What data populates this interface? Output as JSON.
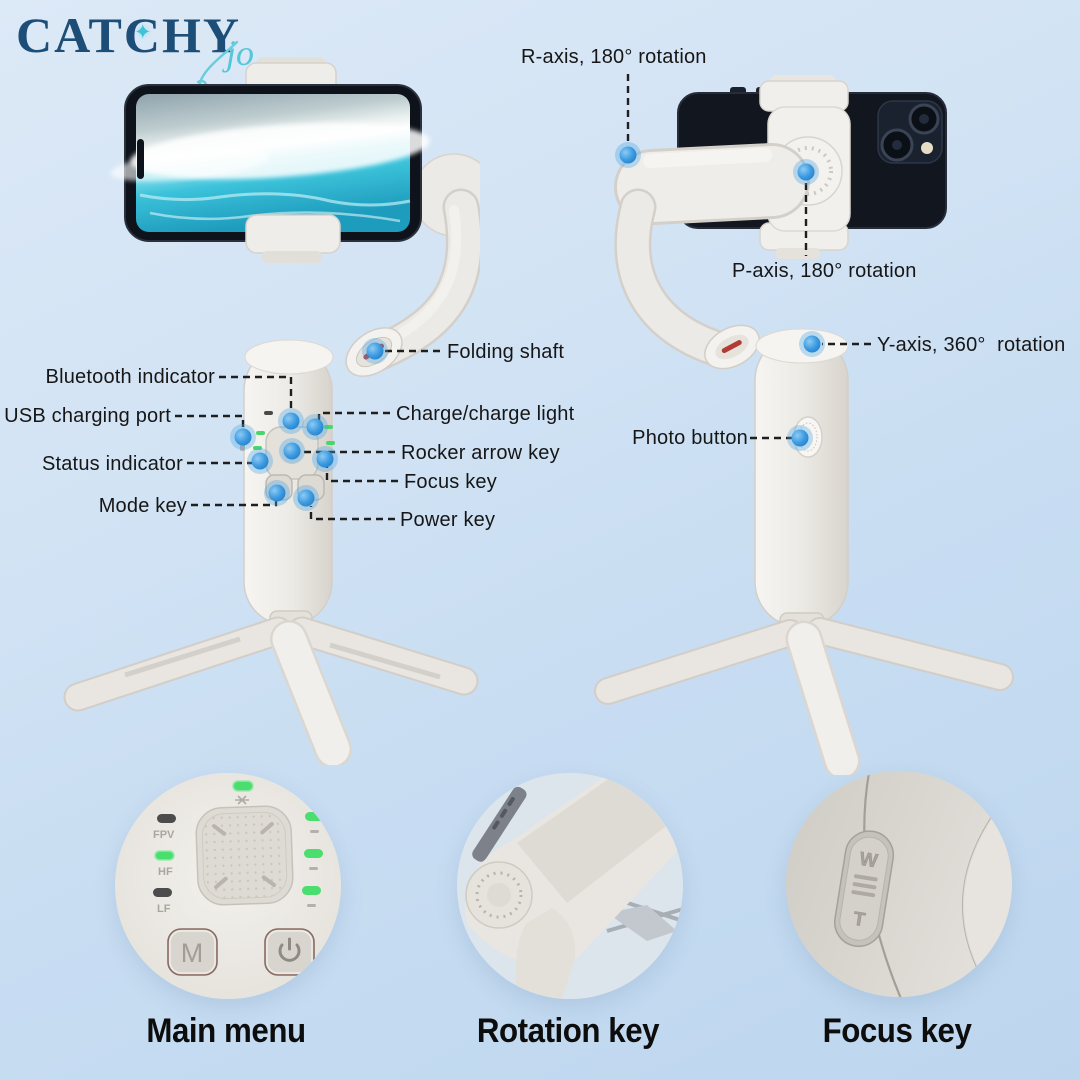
{
  "brand": {
    "name": "CATCHY",
    "script": "jo",
    "sparkle": "✦"
  },
  "callouts": {
    "r_axis": "R-axis, 180° rotation",
    "p_axis": "P-axis, 180° rotation",
    "y_axis": "Y-axis, 360°  rotation",
    "folding_shaft": "Folding shaft",
    "bluetooth_indicator": "Bluetooth indicator",
    "usb_charging_port": "USB charging port",
    "charge_light": "Charge/charge light",
    "status_indicator": "Status indicator",
    "rocker_arrow_key": "Rocker arrow key",
    "focus_key": "Focus key",
    "mode_key": "Mode key",
    "power_key": "Power key",
    "photo_button": "Photo button"
  },
  "closeups": {
    "main_menu": "Main menu",
    "rotation_key": "Rotation key",
    "focus_key": "Focus key"
  },
  "panel": {
    "led_labels_left": [
      "FPV",
      "HF",
      "LF"
    ],
    "mode_button_label": "M",
    "zoom_switch_top": "W",
    "zoom_switch_bottom": "T"
  },
  "colors": {
    "accent_dot": "#2f8fd8",
    "brand_navy": "#1d4e78",
    "brand_teal": "#3fc3d6",
    "led_green": "#4ade6e",
    "device_body": "#efede9",
    "phone_dark": "#11161f",
    "background_blue": "#cbdff3"
  }
}
